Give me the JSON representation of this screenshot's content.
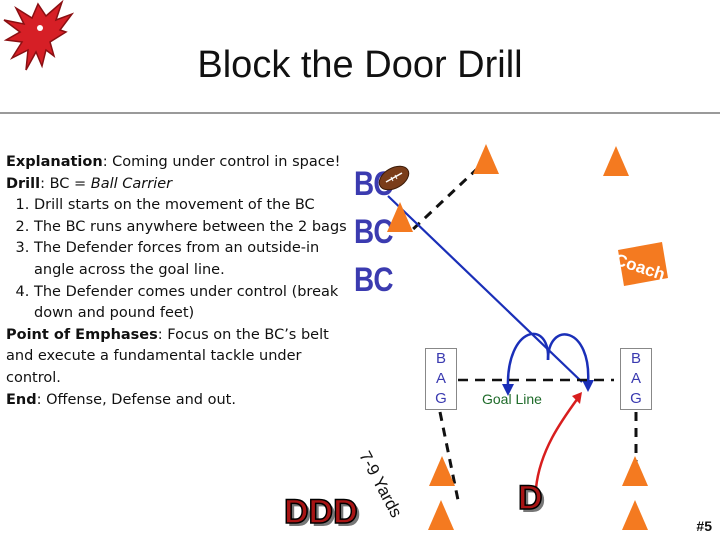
{
  "title": "Block the Door Drill",
  "explanation": {
    "explanation_label": "Explanation",
    "explanation_text": ": Coming under control in space!",
    "drill_label": "Drill",
    "drill_text_prefix": ": BC = ",
    "drill_text_italic": "Ball Carrier",
    "steps": [
      "Drill starts on the movement of the BC",
      "The BC runs anywhere between the 2 bags",
      "The Defender forces from an outside-in angle across the goal line.",
      "The Defender comes under control (break down and pound feet)"
    ],
    "emphases_label": "Point of Emphases",
    "emphases_text": ": Focus on the BC’s belt and execute a fundamental tackle under control.",
    "end_label": "End",
    "end_text": ": Offense, Defense and out."
  },
  "diagram": {
    "bc_labels": [
      "BC",
      "BC",
      "BC"
    ],
    "bag_left": [
      "B",
      "A",
      "G"
    ],
    "bag_right": [
      "B",
      "A",
      "G"
    ],
    "goal_line_label": "Goal Line",
    "coach_label": "Coach",
    "yards_label": "7-9 Yards",
    "defenders_left": "DDD",
    "defender_right": "D"
  },
  "slide_number": "#5",
  "colors": {
    "cone": "#f47a20",
    "bc_text": "#3b3bb0",
    "blue_path": "#1a2fb8",
    "red_path": "#d81e1e",
    "goal_line_text": "#1f6b2a",
    "defender_letters": "#a81414",
    "logo_red": "#d61f26"
  }
}
